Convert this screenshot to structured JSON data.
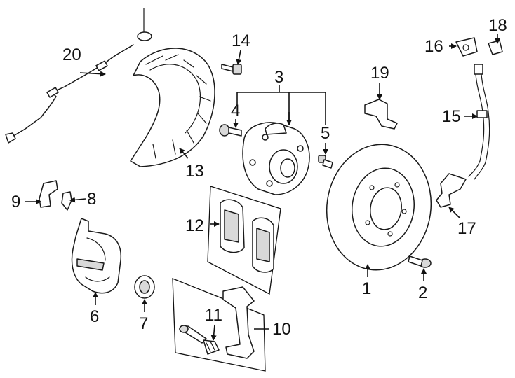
{
  "callouts": {
    "c1": "1",
    "c2": "2",
    "c3": "3",
    "c4": "4",
    "c5": "5",
    "c6": "6",
    "c7": "7",
    "c8": "8",
    "c9": "9",
    "c10": "10",
    "c11": "11",
    "c12": "12",
    "c13": "13",
    "c14": "14",
    "c15": "15",
    "c16": "16",
    "c17": "17",
    "c18": "18",
    "c19": "19",
    "c20": "20"
  },
  "colors": {
    "line": "#1a1a1a",
    "background": "#ffffff",
    "shade": "#d9d9d9"
  }
}
